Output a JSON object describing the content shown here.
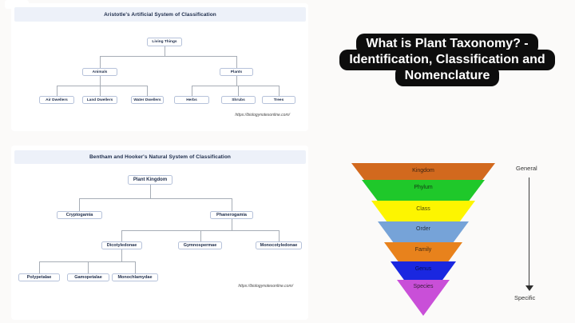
{
  "banner": {
    "background": "#0d0d0d",
    "text_color": "#ffffff",
    "lines": [
      "What is Plant Taxonomy? -",
      "Identification, Classification and",
      "Nomenclature"
    ]
  },
  "aristotle_chart": {
    "title": "Aristotle's Artificial System of Classification",
    "source_url": "https://biologynotesonline.com/",
    "nodes": {
      "root": "Living Things",
      "animals": "Animals",
      "plants": "Plants",
      "air_dwellers": "Air Dwellers",
      "land_dwellers": "Land Dwellers",
      "water_dwellers": "Water Dwellers",
      "herbs": "Herbs",
      "shrubs": "Shrubs",
      "trees": "Trees"
    }
  },
  "bentham_hooker_chart": {
    "title": "Bentham and Hooker's Natural System of Classification",
    "source_url": "https://biologynotesonline.com/",
    "nodes": {
      "root": "Plant Kingdom",
      "cryptogamia": "Cryptogamia",
      "phanerogamia": "Phanerogamia",
      "dicotyledonae": "Dicotyledonae",
      "gymnospermae": "Gymnospermae",
      "monocotyledonae": "Monocotyledonae",
      "polypetalae": "Polypetalae",
      "gamopetalae": "Gamopetalae",
      "monochlamydae": "Monochlamydae"
    }
  },
  "funnel": {
    "levels": [
      {
        "label": "Kingdom",
        "color": "#d2691e"
      },
      {
        "label": "Phylum",
        "color": "#1fc82a"
      },
      {
        "label": "Class",
        "color": "#fdf500"
      },
      {
        "label": "Order",
        "color": "#76a3d8"
      },
      {
        "label": "Family",
        "color": "#e8821c"
      },
      {
        "label": "Genus",
        "color": "#1a27e0"
      },
      {
        "label": "Species",
        "color": "#c94fd8"
      }
    ],
    "general_label": "General",
    "specific_label": "Specific"
  }
}
